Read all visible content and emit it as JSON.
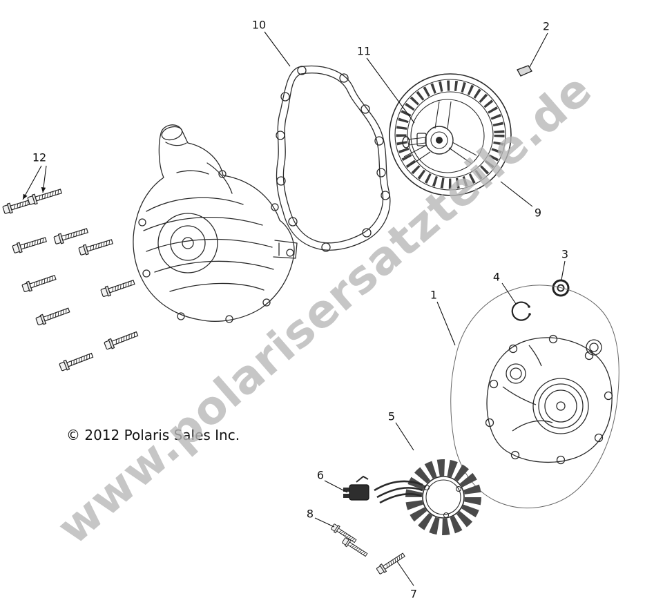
{
  "watermark": "www.polarisersatzteile.de",
  "copyright": "© 2012 Polaris Sales Inc.",
  "callouts": {
    "c1": "1",
    "c2": "2",
    "c3": "3",
    "c4": "4",
    "c5": "5",
    "c6": "6",
    "c7": "7",
    "c8": "8",
    "c9": "9",
    "c10": "10",
    "c11": "11",
    "c12": "12"
  }
}
